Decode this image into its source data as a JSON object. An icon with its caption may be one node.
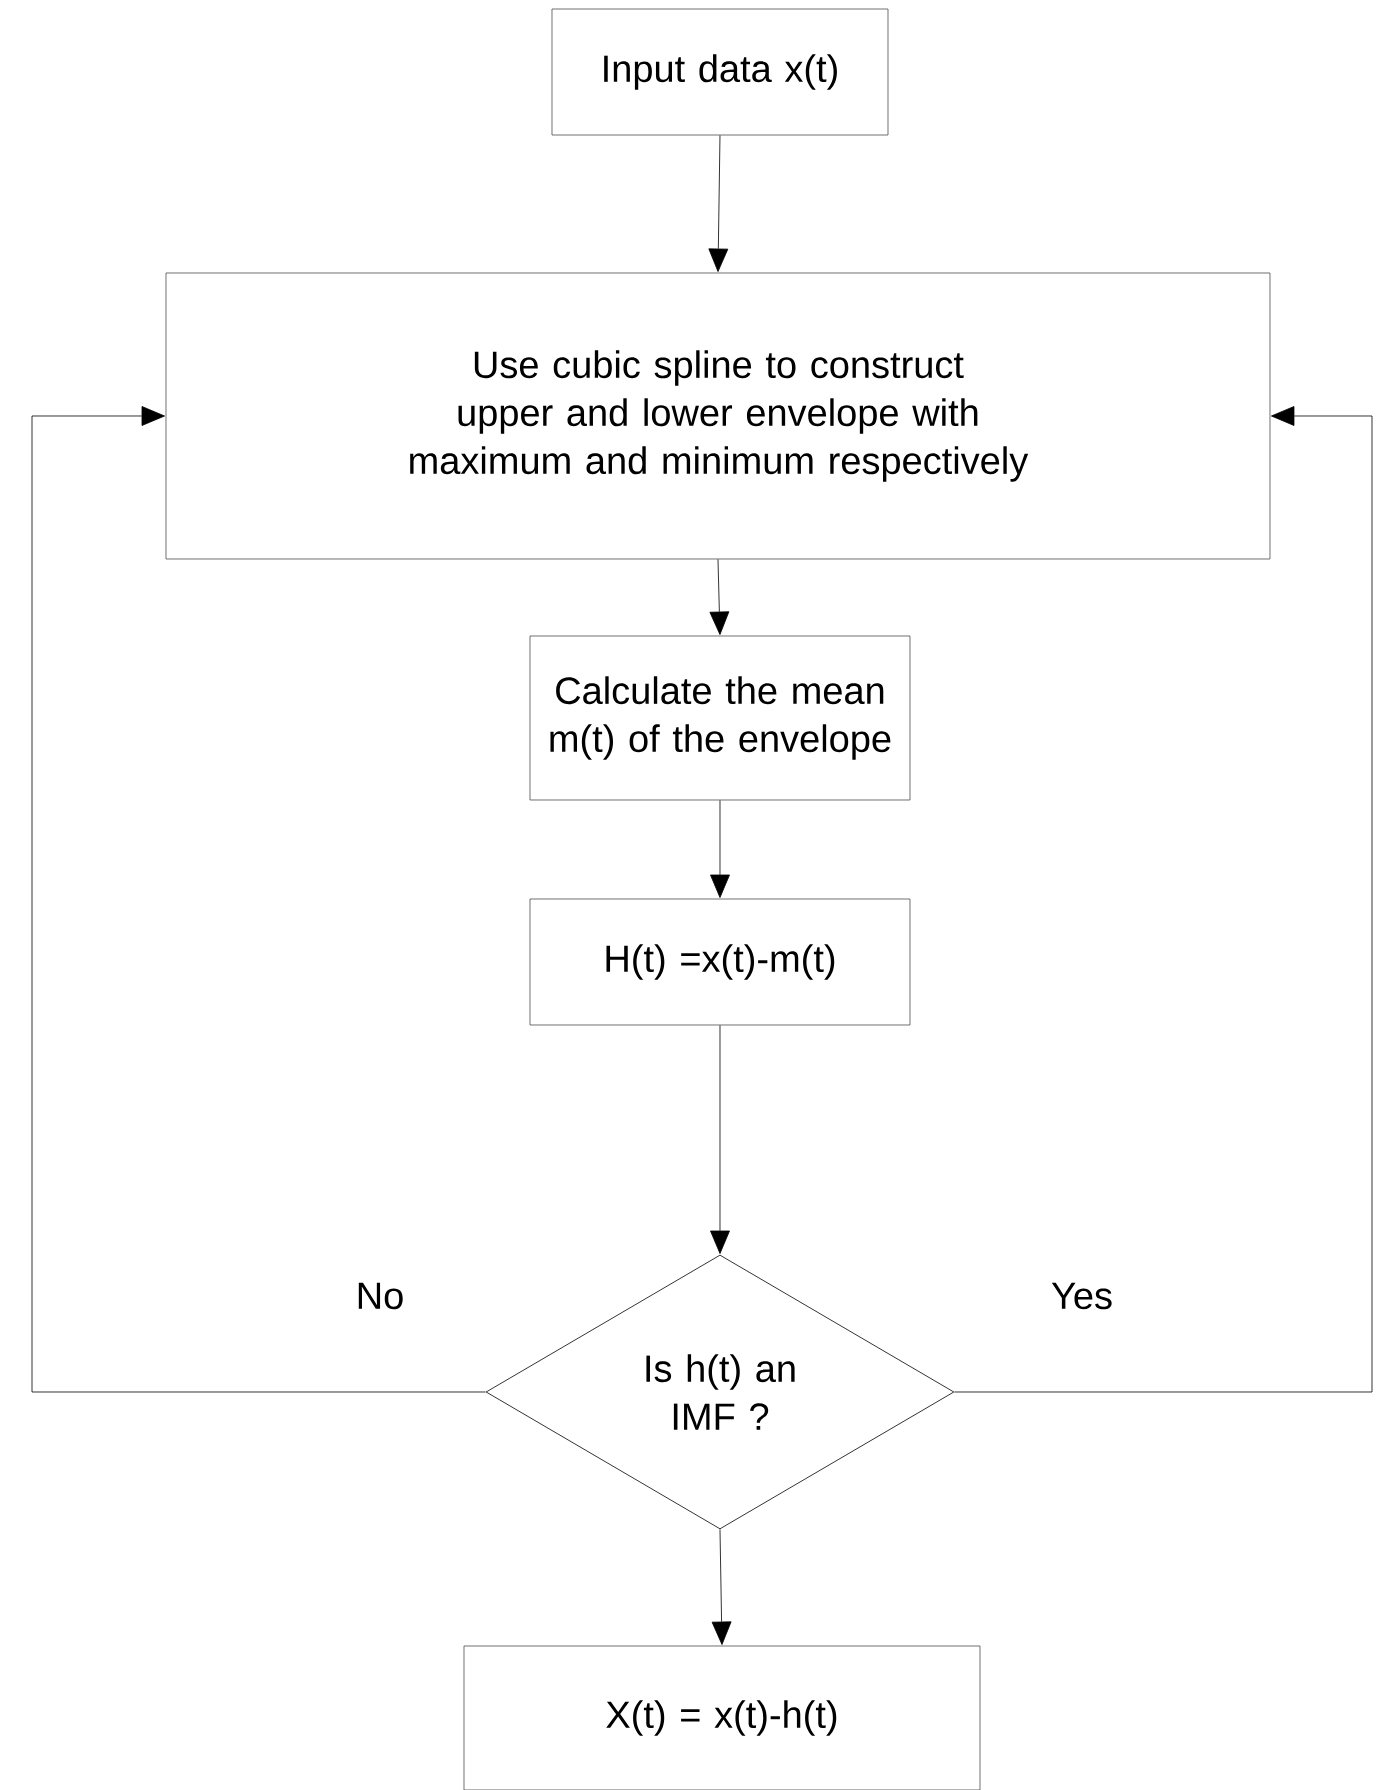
{
  "diagram": {
    "nodes": [
      {
        "text": [
          "Input data x(t)"
        ]
      },
      {
        "text": [
          "Use cubic spline to construct upper and lower envelope with maximum and minimum respectively"
        ]
      },
      {
        "text": [
          "Calculate the mean m(t) of the envelope"
        ]
      },
      {
        "text": [
          "H(t) =x(t)-m(t)"
        ]
      },
      {
        "text": [
          "Is h(t) an IMF ?"
        ]
      },
      {
        "text": [
          "X(t) = x(t)-h(t)"
        ]
      }
    ],
    "edges": [
      {
        "from": 0,
        "to": 1,
        "arrow": "to"
      },
      {
        "from": 1,
        "to": 2,
        "arrow": "to"
      },
      {
        "from": 2,
        "to": 3,
        "arrow": "to"
      },
      {
        "from": 3,
        "to": 4,
        "arrow": "to"
      },
      {
        "from": 4,
        "to": 5,
        "arrow": "to"
      },
      {
        "from": 4,
        "to": 1,
        "arrow": "to",
        "label": "No"
      },
      {
        "from": 4,
        "to": 1,
        "arrow": "to",
        "label": "Yes"
      }
    ]
  }
}
